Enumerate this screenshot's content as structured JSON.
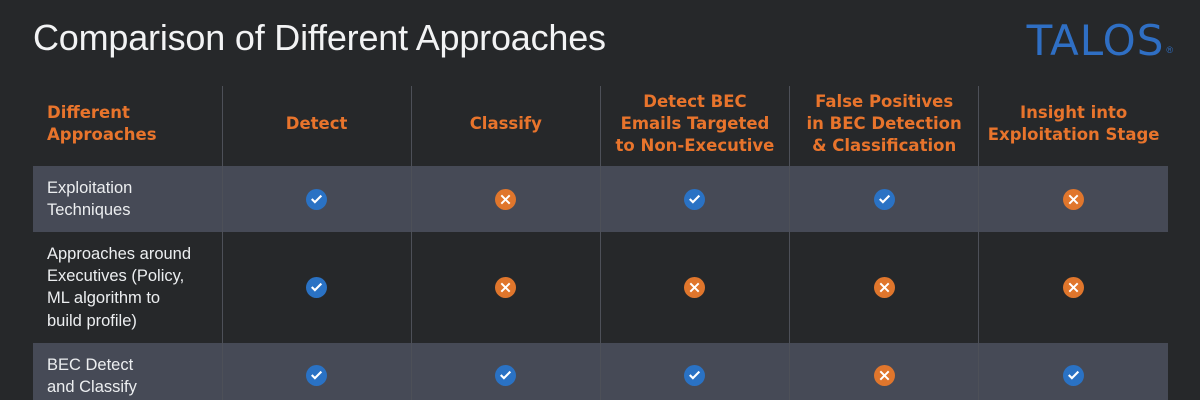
{
  "header": {
    "title": "Comparison of Different Approaches",
    "logo_text": "Talos",
    "logo_tm": "®",
    "logo_color": "#2f6fc4"
  },
  "theme": {
    "background": "#26282a",
    "row_shaded": "#464a56",
    "header_text": "#e8742c",
    "body_text": "#eceef0",
    "divider": "#4d5058",
    "yes_color": "#2a72c4",
    "no_color": "#e0762c"
  },
  "table": {
    "columns": [
      {
        "label": "Different\nApproaches",
        "lines": [
          "Different",
          "Approaches"
        ]
      },
      {
        "label": "Detect",
        "lines": [
          "Detect"
        ]
      },
      {
        "label": "Classify",
        "lines": [
          "Classify"
        ]
      },
      {
        "label": "Detect BEC Emails Targeted to Non-Executive",
        "lines": [
          "Detect BEC",
          "Emails Targeted",
          "to Non-Executive"
        ]
      },
      {
        "label": "False Positives in BEC Detection & Classification",
        "lines": [
          "False Positives",
          "in BEC Detection",
          "& Classification"
        ]
      },
      {
        "label": "Insight into Exploitation Stage",
        "lines": [
          "Insight into",
          "Exploitation Stage"
        ]
      }
    ],
    "rows": [
      {
        "label": "Exploitation Techniques",
        "lines": [
          "Exploitation",
          "Techniques"
        ],
        "shaded": true,
        "values": [
          "yes",
          "no",
          "yes",
          "yes",
          "no"
        ]
      },
      {
        "label": "Approaches around Executives (Policy, ML algorithm to build profile)",
        "lines": [
          "Approaches around",
          "Executives (Policy,",
          "ML algorithm to",
          "build profile)"
        ],
        "shaded": false,
        "values": [
          "yes",
          "no",
          "no",
          "no",
          "no"
        ]
      },
      {
        "label": "BEC Detect and Classify",
        "lines": [
          "BEC Detect",
          "and Classify"
        ],
        "shaded": true,
        "values": [
          "yes",
          "yes",
          "yes",
          "no",
          "yes"
        ]
      }
    ],
    "icon_names": {
      "yes": "check-circle-icon",
      "no": "cross-circle-icon"
    },
    "icon_titles": {
      "yes": "Supported",
      "no": "Not supported"
    }
  }
}
